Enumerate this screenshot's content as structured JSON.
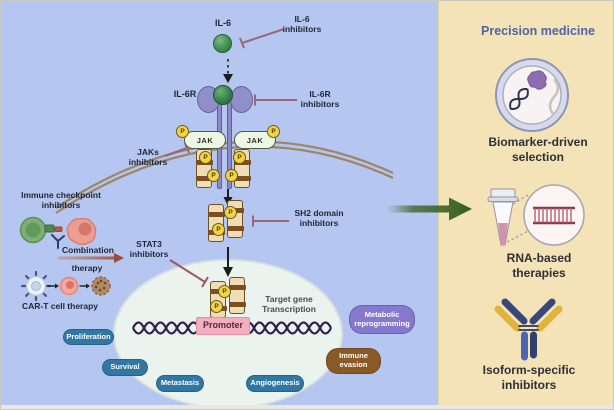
{
  "colors": {
    "pathway_bg": "#b5c6f0",
    "panel_bg": "#f3e3b6",
    "membrane": "#9d8566",
    "inhibition_line": "#9a6577",
    "phospho_fill": "#f2d246",
    "stat_box_fill": "#efdeb5",
    "promoter_fill": "#f3afbf",
    "nucleus_fill": "#ebf3ee",
    "green_arrow": "#3f6b25",
    "pill_blue": "#3077a4",
    "pill_purple": "#8678cc",
    "pill_brown": "#8a5a26",
    "precision_title": "#5064a4"
  },
  "pathway": {
    "ligand": "IL-6",
    "ligand_inhibitors": "IL-6 inhibitors",
    "receptor": "IL-6R",
    "receptor_inhibitors": "IL-6R inhibitors",
    "kinase": "JAK",
    "kinase_inhibitors": "JAKs inhibitors",
    "phospho": "P",
    "sh2_inhibitors": "SH2 domain inhibitors",
    "stat3_inhibitors": "STAT3 inhibitors",
    "target_gene": "Target gene Transcription",
    "promoter": "Promoter",
    "immune_checkpoint": "Immune checkpoint inhibitors",
    "combination": "Combination",
    "therapy": "therapy",
    "cart": "CAR-T cell therapy",
    "hallmarks": [
      {
        "label": "Proliferation",
        "color": "#3077a4"
      },
      {
        "label": "Survival",
        "color": "#3077a4"
      },
      {
        "label": "Metastasis",
        "color": "#3077a4"
      },
      {
        "label": "Angiogenesis",
        "color": "#3077a4"
      },
      {
        "label": "Immune evasion",
        "color": "#8a5a26"
      },
      {
        "label": "Metabolic reprogramming",
        "color": "#8678cc"
      }
    ]
  },
  "precision": {
    "title": "Precision medicine",
    "items": [
      {
        "label": "Biomarker-driven selection",
        "icon": "petri-dish-icon"
      },
      {
        "label": "RNA-based therapies",
        "icon": "rna-tube-icon"
      },
      {
        "label": "Isoform-specific inhibitors",
        "icon": "antibody-icon"
      }
    ]
  }
}
